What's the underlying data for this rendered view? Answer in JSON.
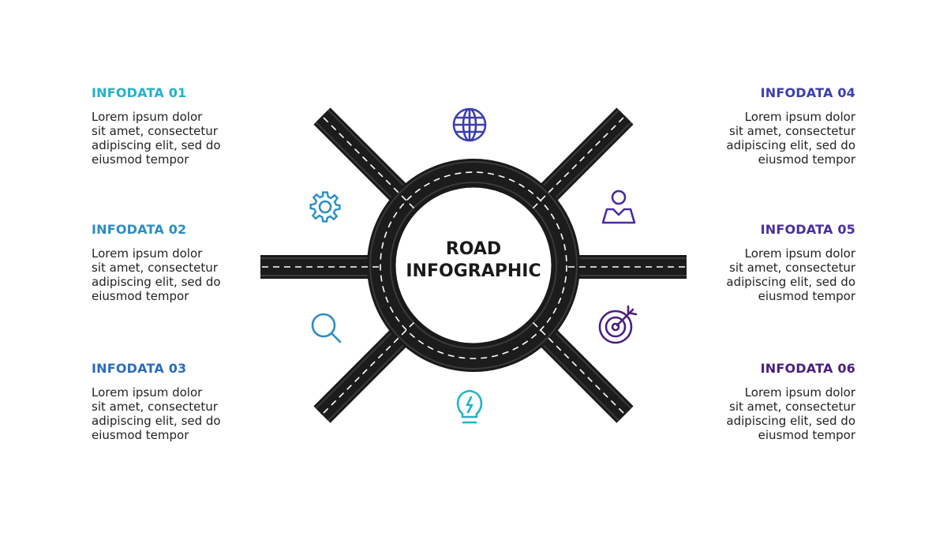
{
  "center": {
    "line1": "ROAD",
    "line2": "INFOGRAPHIC"
  },
  "items": [
    {
      "title": "INFODATA 01",
      "text": "Lorem ipsum dolor\nsit amet, consectetur\nadipiscing elit, sed do\neiusmod tempor",
      "color": "#22b3c9",
      "icon": "gear-icon"
    },
    {
      "title": "INFODATA 02",
      "text": "Lorem ipsum dolor\nsit amet, consectetur\nadipiscing elit, sed do\neiusmod tempor",
      "color": "#2b8ec4",
      "icon": "search-icon"
    },
    {
      "title": "INFODATA 03",
      "text": "Lorem ipsum dolor\nsit amet, consectetur\nadipiscing elit, sed do\neiusmod tempor",
      "color": "#2d6cbd",
      "icon": "lightbulb-icon"
    },
    {
      "title": "INFODATA 04",
      "text": "Lorem ipsum dolor\nsit amet, consectetur\nadipiscing elit, sed do\neiusmod tempor",
      "color": "#3b3fae",
      "icon": "globe-icon"
    },
    {
      "title": "INFODATA 05",
      "text": "Lorem ipsum dolor\nsit amet, consectetur\nadipiscing elit, sed do\neiusmod tempor",
      "color": "#4a2ea0",
      "icon": "user-icon"
    },
    {
      "title": "INFODATA 06",
      "text": "Lorem ipsum dolor\nsit amet, consectetur\nadipiscing elit, sed do\neiusmod tempor",
      "color": "#4b1f7e",
      "icon": "target-icon"
    }
  ]
}
